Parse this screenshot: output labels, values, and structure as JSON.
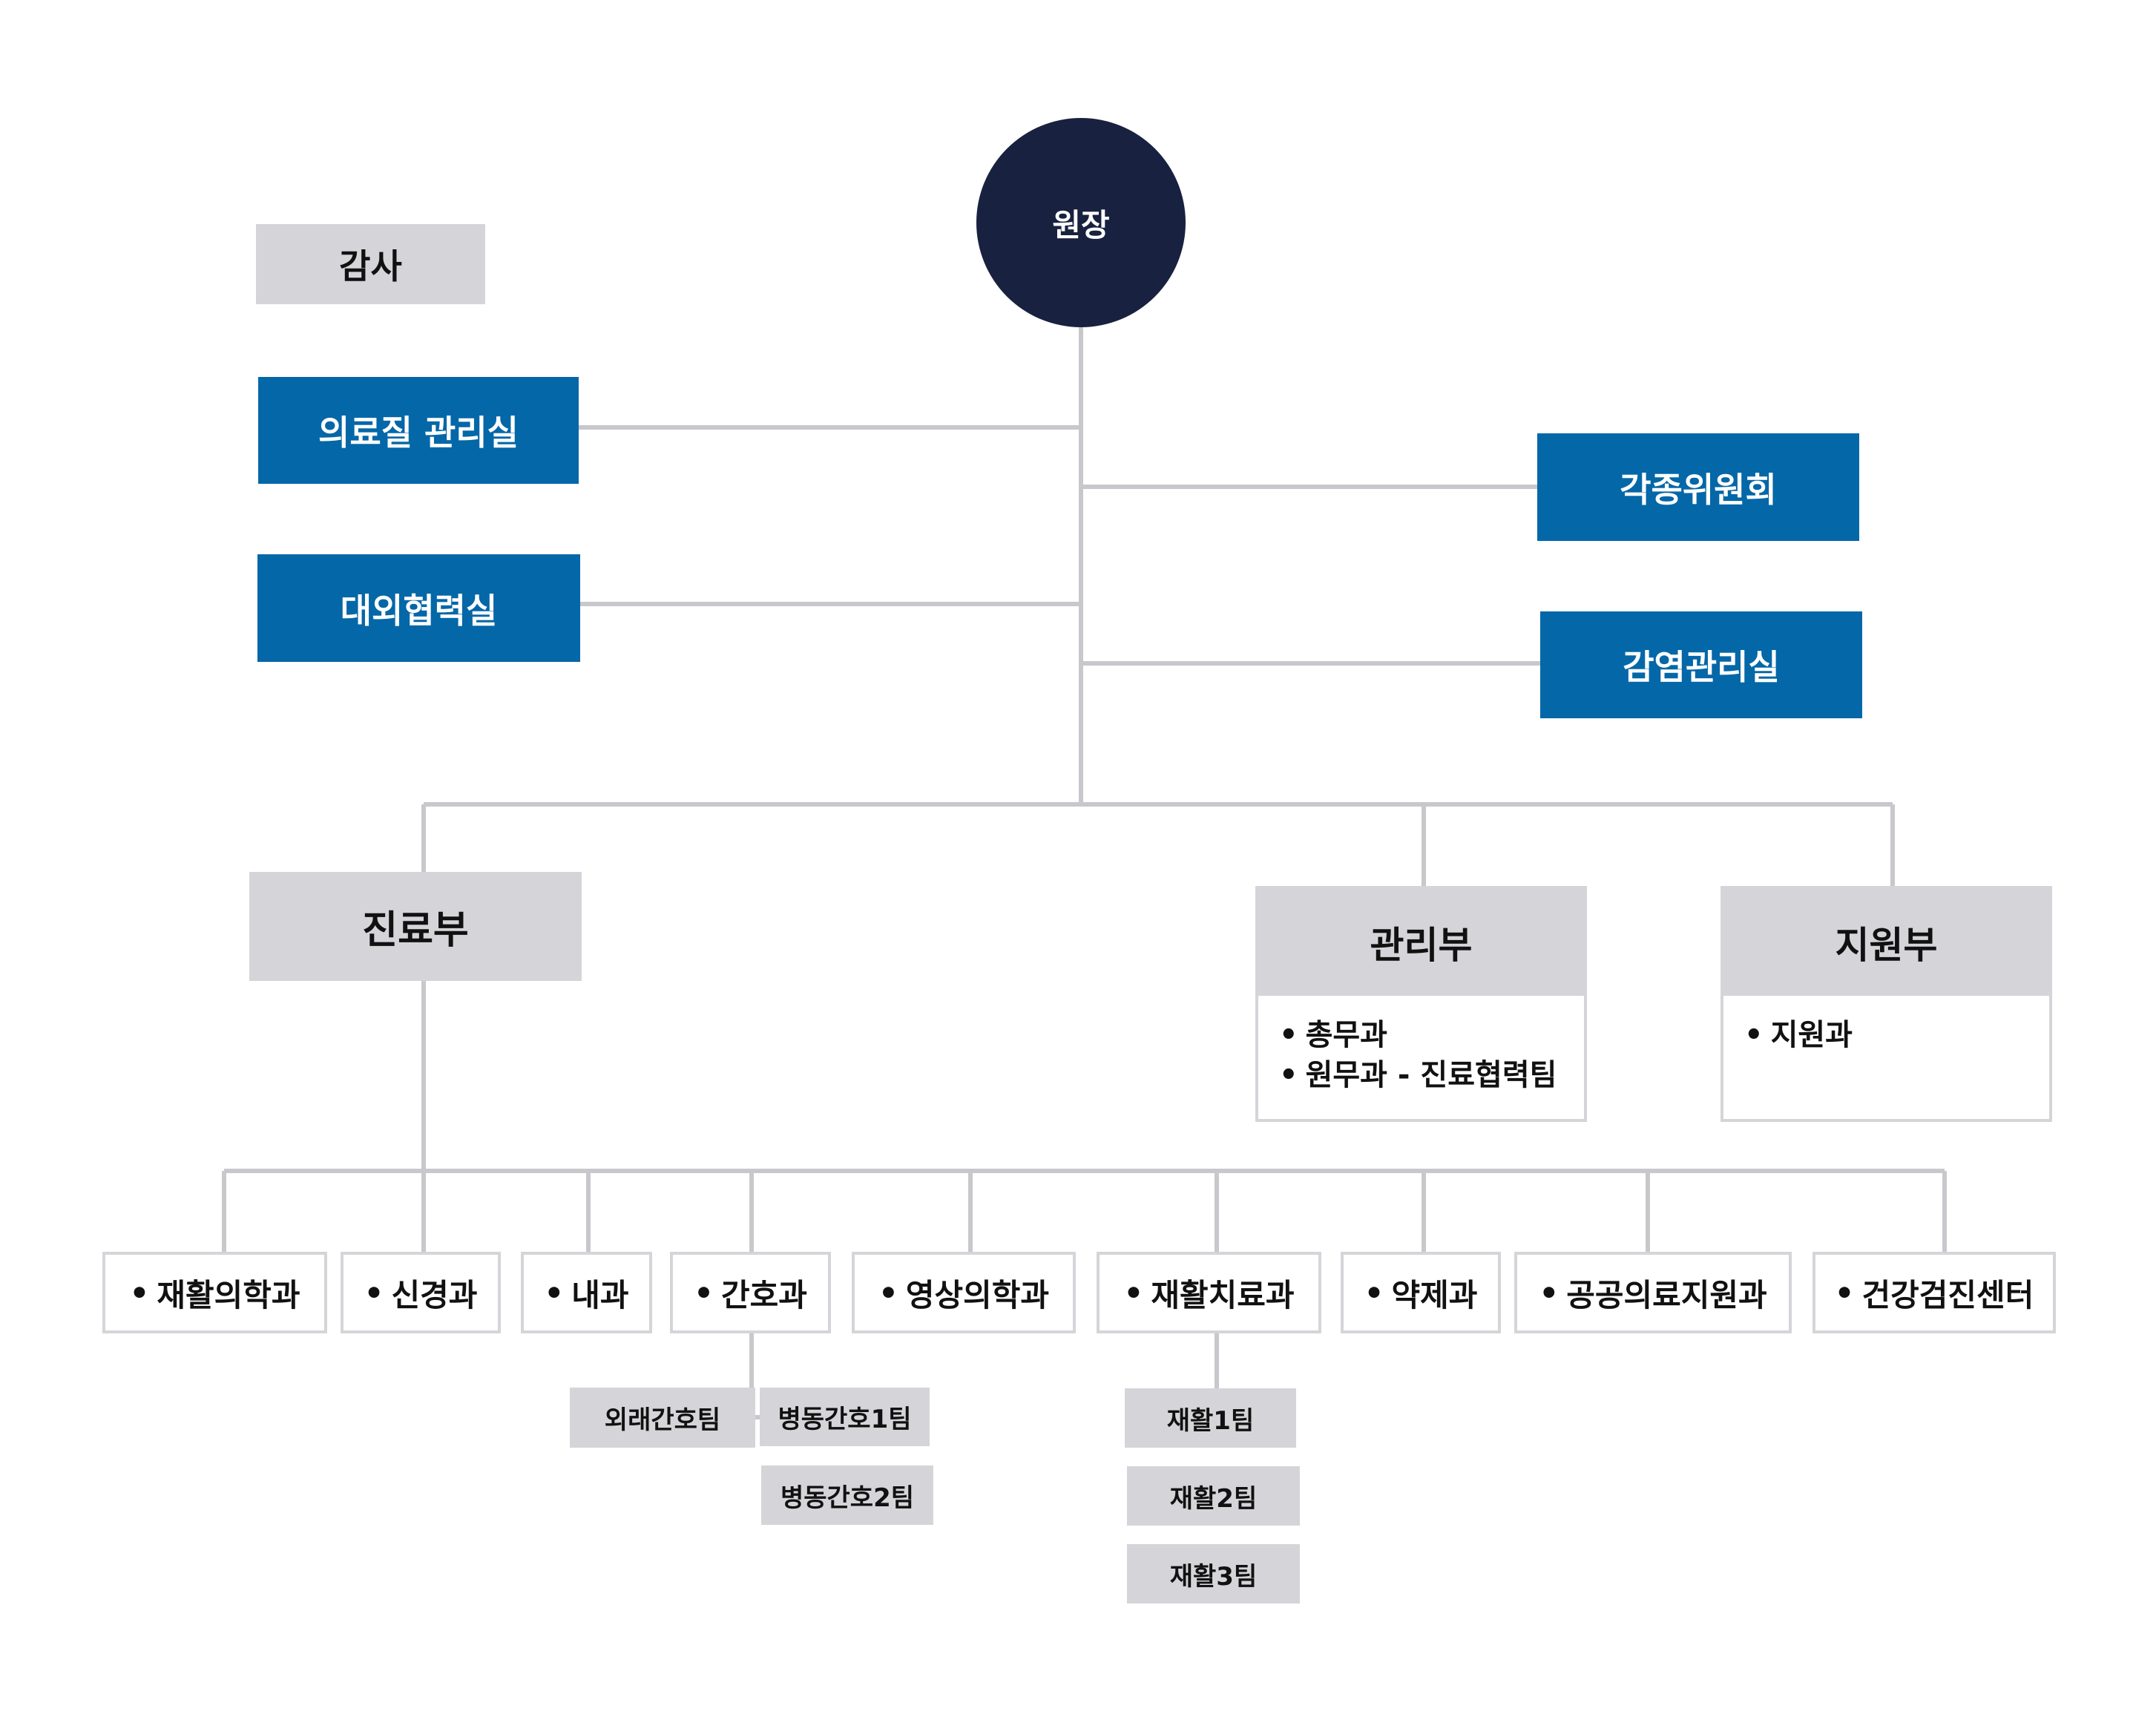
{
  "root": "원장",
  "audit": "감사",
  "left_offices": [
    "의료질 관리실",
    "대외협력실"
  ],
  "right_offices": [
    "각종위원회",
    "감염관리실"
  ],
  "departments": {
    "medical": {
      "title": "진료부"
    },
    "admin": {
      "title": "관리부",
      "items": [
        "총무과",
        "원무과 - 진료협력팀"
      ]
    },
    "support": {
      "title": "지원부",
      "items": [
        "지원과"
      ]
    }
  },
  "bullet": "•",
  "medical_units": [
    "재활의학과",
    "신경과",
    "내과",
    "간호과",
    "영상의학과",
    "재활치료과",
    "약제과",
    "공공의료지원과",
    "건강검진센터"
  ],
  "nursing_teams": [
    "외래간호팀",
    "병동간호1팀",
    "병동간호2팀"
  ],
  "rehab_teams": [
    "재활1팀",
    "재활2팀",
    "재활3팀"
  ],
  "colors": {
    "navy": "#18213f",
    "blue": "#0467a8",
    "gray": "#d5d5d9",
    "line": "#c8c8cc"
  }
}
